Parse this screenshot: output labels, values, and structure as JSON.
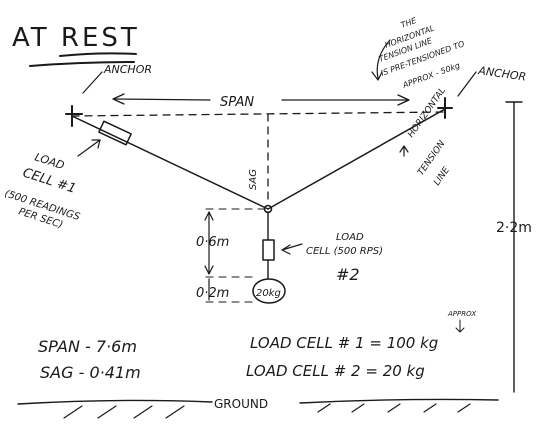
{
  "title": "AT REST",
  "labels": {
    "anchor_left": "ANCHOR",
    "anchor_right": "ANCHOR",
    "span": "SPAN",
    "sag": "SAG",
    "load_cell_1_line1": "LOAD",
    "load_cell_1_line2": "CELL #1",
    "load_cell_1_note_line1": "(500 READINGS",
    "load_cell_1_note_line2": "PER SEC)",
    "load_cell_2_line1": "LOAD",
    "load_cell_2_line2": "CELL (500 RPS)",
    "load_cell_2_line3": "#2",
    "weight": "20kg",
    "drop_upper": "0·6m",
    "drop_lower": "0·2m",
    "height": "2·2m",
    "horizontal_tension_line_1": "HORIZONTAL",
    "horizontal_tension_line_2": "TENSION",
    "horizontal_tension_line_3": "LINE",
    "pretension_note_line1": "THE",
    "pretension_note_line2": "HORIZONTAL",
    "pretension_note_line3": "TENSION LINE",
    "pretension_note_line4": "IS PRE-TENSIONED TO",
    "pretension_note_line5": "APPROX - 50kg",
    "approx": "APPROX",
    "ground": "GROUND"
  },
  "summary": {
    "span": "SPAN - 7·6m",
    "sag": "SAG - 0·41m",
    "load_cell_1": "LOAD CELL # 1 = 100 kg",
    "load_cell_2": "LOAD CELL # 2 = 20 kg"
  },
  "colors": {
    "ink": "#1a1a1a",
    "paper": "#ffffff"
  }
}
